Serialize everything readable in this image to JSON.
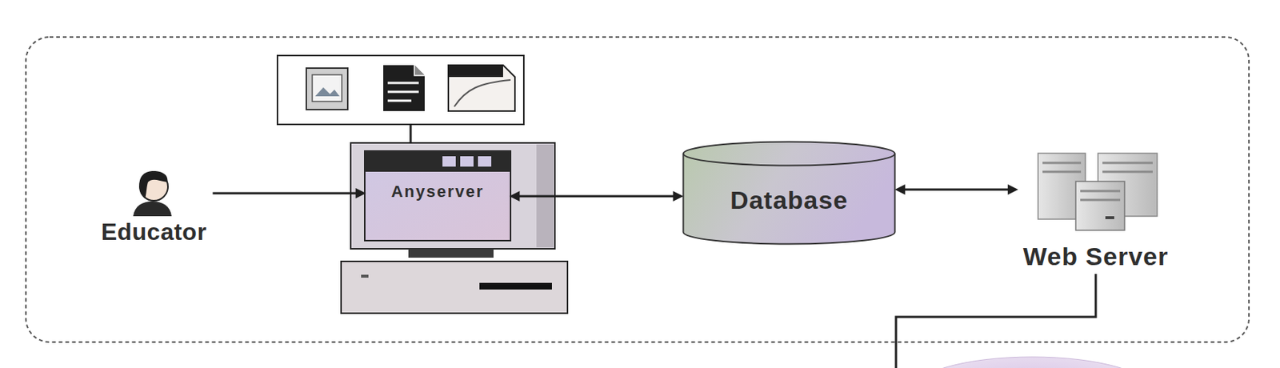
{
  "diagram": {
    "nodes": [
      {
        "text": [
          "Educator"
        ]
      },
      {
        "text": [
          "Anyserver"
        ]
      },
      {
        "text": [
          "Database"
        ]
      },
      {
        "text": [
          "Web Server"
        ]
      }
    ],
    "edges": [
      {
        "from": 0,
        "to": 1,
        "arrow": "to"
      },
      {
        "from": 1,
        "to": 2,
        "arrow": "both"
      },
      {
        "from": 2,
        "to": 3,
        "arrow": "both"
      }
    ]
  }
}
